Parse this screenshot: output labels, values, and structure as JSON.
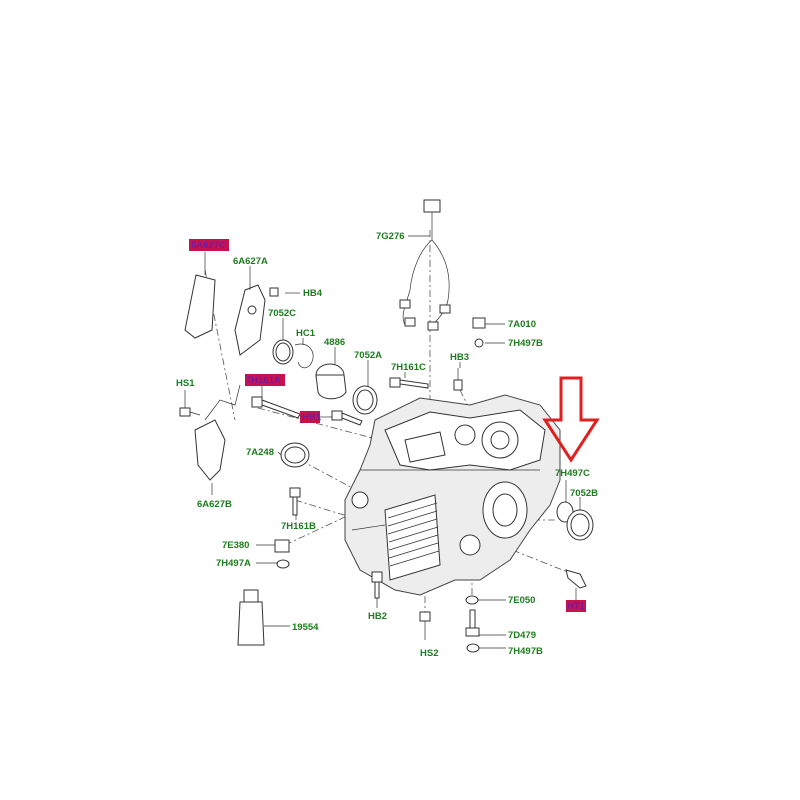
{
  "colors": {
    "label_text": "#1e7b1e",
    "highlight_fill": "#c8124e",
    "highlight_text": "#7a1a9a",
    "arrow": "#e02020",
    "line": "#333333"
  },
  "labels": {
    "p6A627C": "6A627C",
    "p6A627A": "6A627A",
    "pHB4": "HB4",
    "p7052C": "7052C",
    "pHC1": "HC1",
    "p4886": "4886",
    "p7052A": "7052A",
    "p7G276": "7G276",
    "p7A010": "7A010",
    "p7H497B_top": "7H497B",
    "pHB3": "HB3",
    "p7H161C": "7H161C",
    "pHS1": "HS1",
    "p7H161A": "7H161A",
    "pHB1": "HB1",
    "p7A248": "7A248",
    "p6A627B": "6A627B",
    "p7H161B": "7H161B",
    "p7E380": "7E380",
    "p7H497A": "7H497A",
    "p19554": "19554",
    "pHB2": "HB2",
    "p7E050": "7E050",
    "p7D479": "7D479",
    "pHS2": "HS2",
    "p7H497B_bottom": "7H497B",
    "p7H497C": "7H497C",
    "p7052B": "7052B",
    "pHT1": "HT1"
  }
}
